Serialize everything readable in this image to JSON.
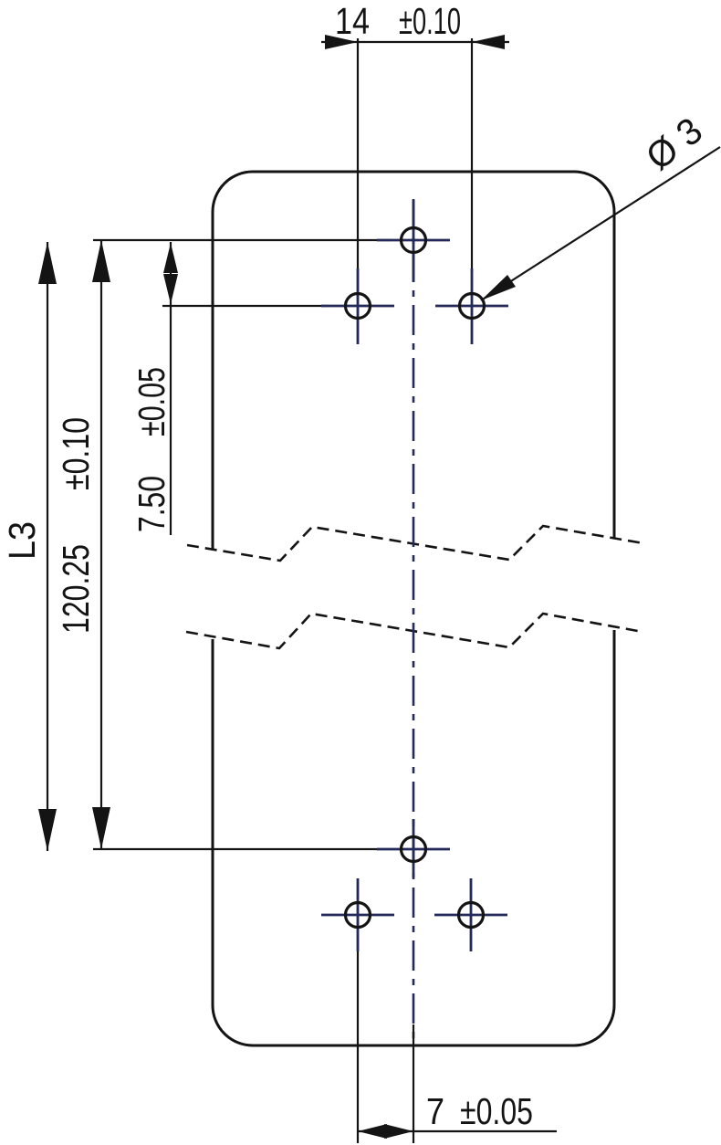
{
  "drawing": {
    "kind": "technical-dimension-drawing",
    "labels": {
      "top_width": {
        "value": "14",
        "tolerance": "±0.10"
      },
      "diameter": {
        "value": "Ø 3"
      },
      "variable_length": {
        "value": "L3"
      },
      "overall_length": {
        "value": "120.25",
        "tolerance": "±0.10"
      },
      "row_offset": {
        "value": "7.50",
        "tolerance": "±0.05"
      },
      "bottom_offset": {
        "value": "7",
        "tolerance": "±0.05"
      }
    },
    "colors": {
      "line": "#141414",
      "centerline": "#232a5a",
      "background": "#ffffff"
    }
  }
}
